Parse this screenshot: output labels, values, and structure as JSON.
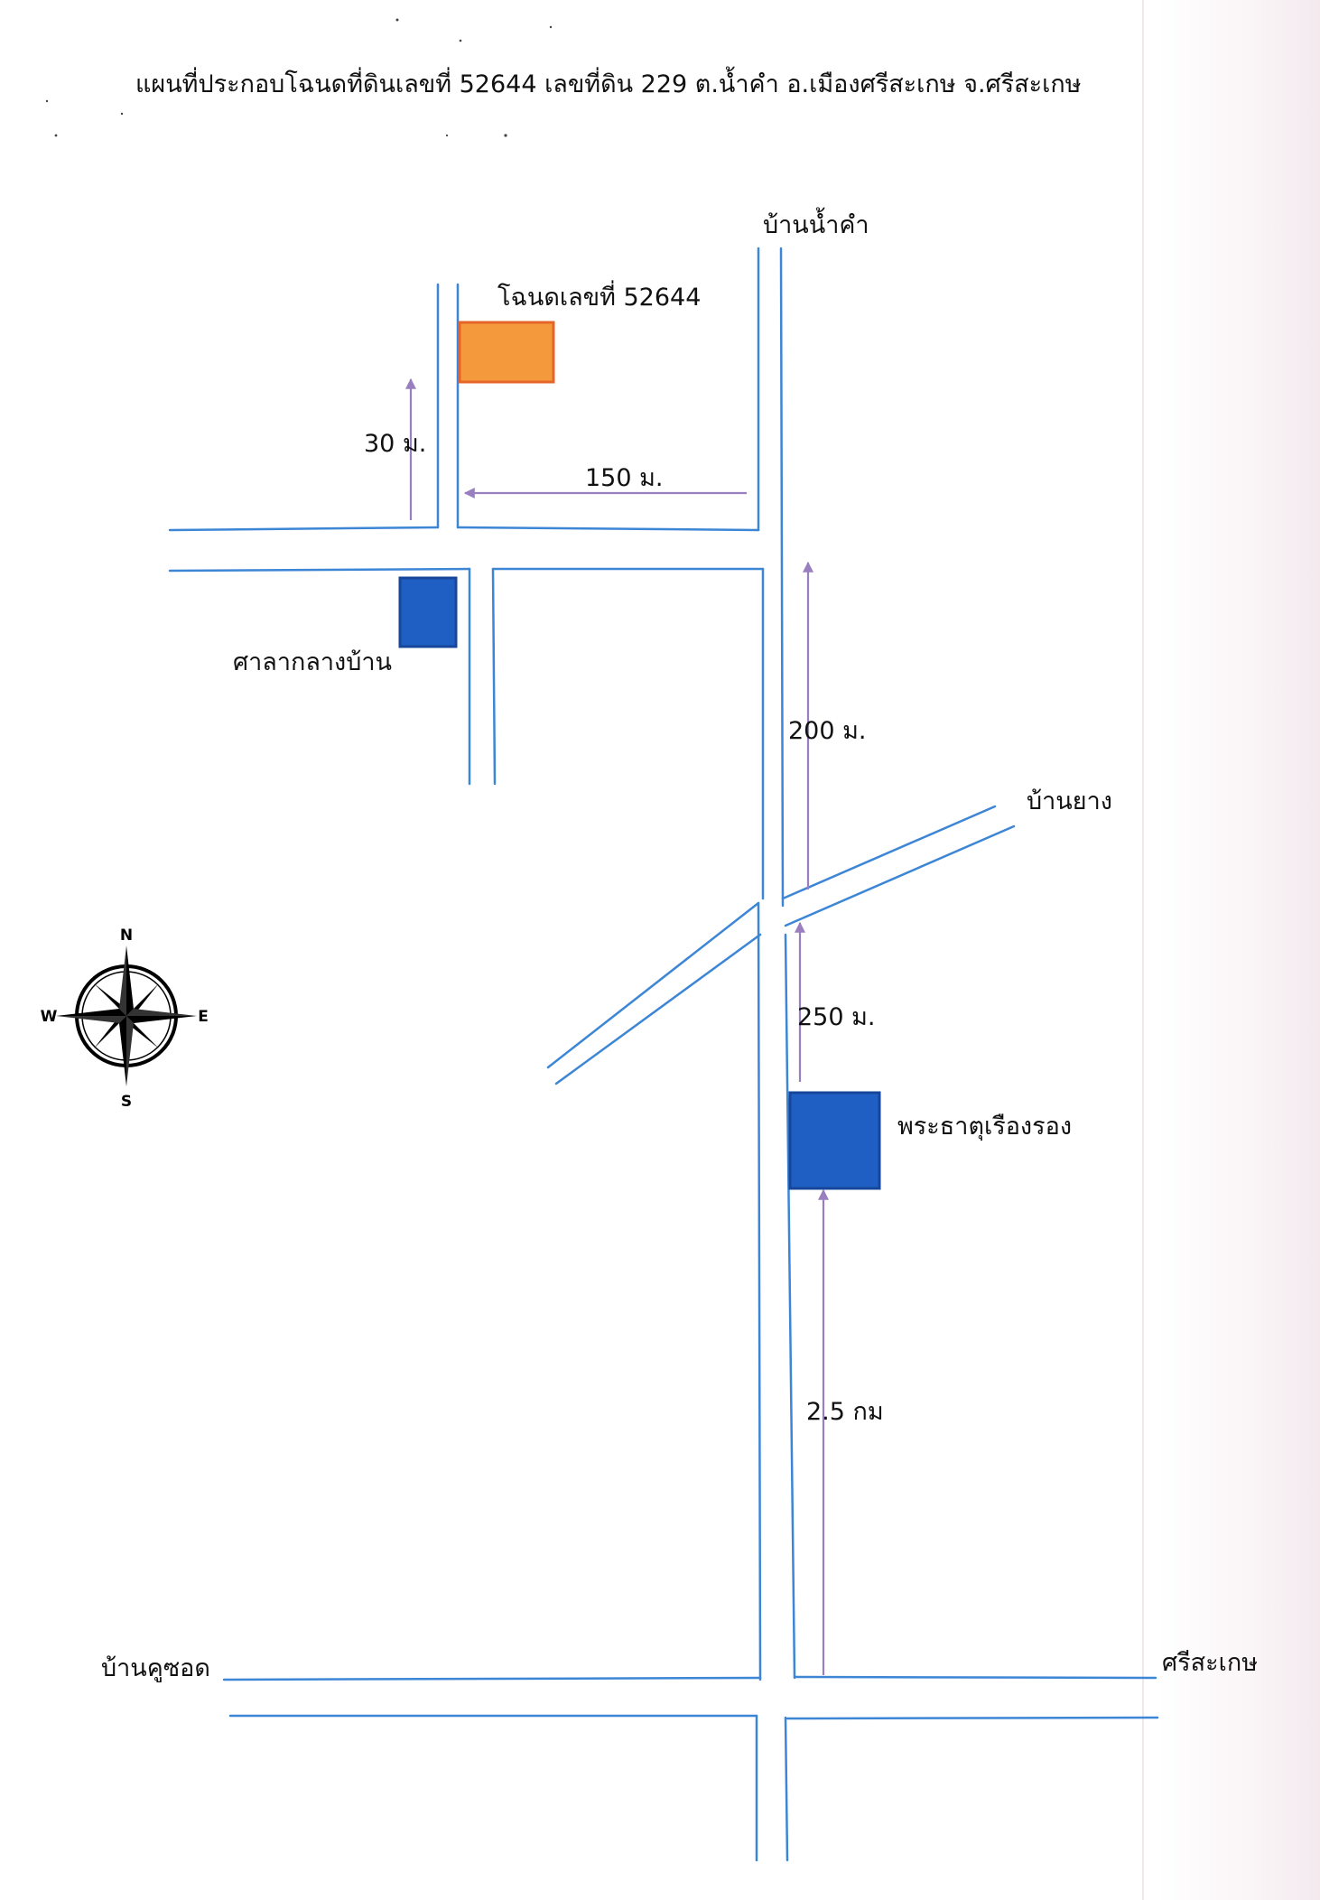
{
  "title": "แผนที่ประกอบโฉนดที่ดินเลขที่ 52644 เลขที่ดิน 229 ต.น้ำคำ อ.เมืองศรีสะเกษ จ.ศรีสะเกษ",
  "places": {
    "ban_nam_kham": "บ้านน้ำคำ",
    "ban_yang": "บ้านยาง",
    "ban_khu_chot": "บ้านคูซอด",
    "si_sa_ket": "ศรีสะเกษ"
  },
  "landmarks": {
    "deed": "โฉนดเลขที่ 52644",
    "village_hall": "ศาลากลางบ้าน",
    "temple": "พระธาตุเรืองรอง"
  },
  "distances": {
    "d30": "30 ม.",
    "d150": "150 ม.",
    "d200": "200 ม.",
    "d250": "250 ม.",
    "d2_5km": "2.5 กม"
  },
  "compass": {
    "n": "N",
    "s": "S",
    "e": "E",
    "w": "W",
    "icon": "compass-rose-icon"
  },
  "colors": {
    "road": "#3d86d6",
    "arrow": "#9a7fc0",
    "deed_fill": "#f59a3c",
    "deed_stroke": "#e5642a",
    "landmark_fill": "#1f5fc4",
    "landmark_stroke": "#17479a"
  }
}
